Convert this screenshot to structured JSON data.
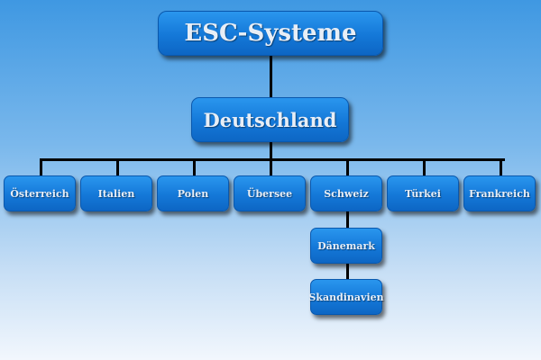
{
  "root": {
    "label": "ESC-Systeme"
  },
  "country": {
    "label": "Deutschland"
  },
  "regions": [
    {
      "label": "Österreich"
    },
    {
      "label": "Italien"
    },
    {
      "label": "Polen"
    },
    {
      "label": "Übersee"
    },
    {
      "label": "Schweiz"
    },
    {
      "label": "Türkei"
    },
    {
      "label": "Frankreich"
    }
  ],
  "sub_regions": [
    {
      "label": "Dänemark"
    },
    {
      "label": "Skandinavien"
    }
  ],
  "colors": {
    "box": "#1478d8",
    "connector": "#000000",
    "text": "#e8eef6"
  }
}
